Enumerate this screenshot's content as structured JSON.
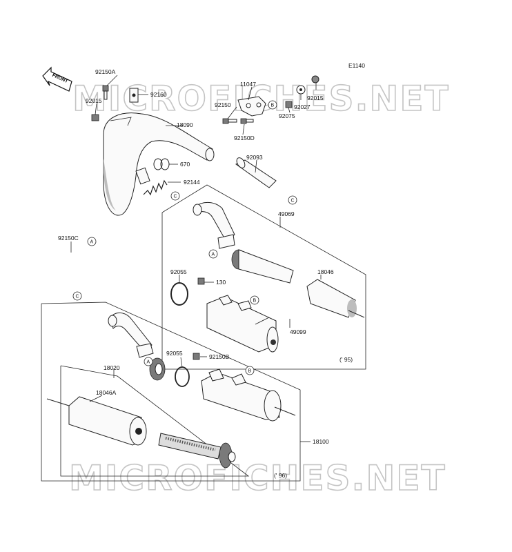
{
  "diagram": {
    "code": "E1140",
    "front_label": "FRONT",
    "watermark": "MICROFICHES.NET",
    "part_labels": {
      "p92150A": "92150A",
      "p92160": "92160",
      "p92015a": "92015",
      "p11047": "11047",
      "p92150": "92150",
      "p92075": "92075",
      "p92027": "92027",
      "p92015b": "92015",
      "p18090": "18090",
      "p92150D": "92150D",
      "p670": "670",
      "p92093": "92093",
      "p92144": "92144",
      "p49069": "49069",
      "p92150C": "92150C",
      "p92055a": "92055",
      "p130": "130",
      "p18046": "18046",
      "p49099": "49099",
      "p95": "(' 95)",
      "p92055b": "92055",
      "p92150B": "92150B",
      "p18020": "18020",
      "p18046A": "18046A",
      "p18100": "18100",
      "p96": "(' 96)"
    },
    "ref_markers": {
      "a1": "A",
      "a2": "A",
      "a3": "A",
      "b1": "B",
      "b2": "B",
      "b3": "B",
      "c1": "C",
      "c2": "C",
      "c3": "C"
    }
  }
}
